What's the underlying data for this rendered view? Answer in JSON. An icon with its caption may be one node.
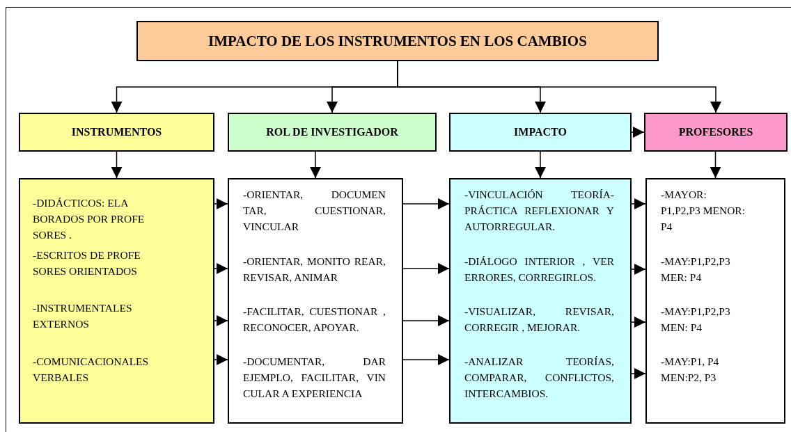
{
  "diagram": {
    "nodes": [
      {
        "text": [
          "IMPACTO DE LOS INSTRUMENTOS EN LOS CAMBIOS"
        ]
      },
      {
        "text": [
          "INSTRUMENTOS"
        ]
      },
      {
        "text": [
          "ROL DE INVESTIGADOR"
        ]
      },
      {
        "text": [
          "IMPACTO"
        ]
      },
      {
        "text": [
          "PROFESORES"
        ]
      },
      {
        "text": [
          "-DIDÁCTICOS: ELA BORADOS POR PROFE SORES .",
          "-ESCRITOS DE PROFE SORES ORIENTADOS",
          "-INSTRUMENTALES EXTERNOS",
          "-COMUNICACIONALES VERBALES"
        ]
      },
      {
        "text": [
          "-ORIENTAR, DOCUMEN TAR, CUESTIONAR, VINCULAR",
          "-ORIENTAR, MONITO REAR, REVISAR, ANIMAR",
          "-FACILITAR, CUESTIONAR , RECONOCER, APOYAR.",
          "-DOCUMENTAR, DAR EJEMPLO, FACILITAR, VIN CULAR A EXPERIENCIA"
        ]
      },
      {
        "text": [
          "-VINCULACIÓN TEORÍA-PRÁCTICA REFLEXIONAR Y AUTORREGULAR.",
          "-DIÁLOGO INTERIOR , VER ERRORES, CORREGIRLOS.",
          "-VISUALIZAR, REVISAR, CORREGIR , MEJORAR.",
          "-ANALIZAR TEORÍAS, COMPARAR, CONFLICTOS, INTERCAMBIOS."
        ]
      },
      {
        "text": [
          "-MAYOR: P1,P2,P3 MENOR: P4",
          "-MAY:P1,P2,P3 MER: P4",
          "-MAY:P1,P2,P3 MEN: P4",
          "-MAY:P1, P4 MEN:P2, P3"
        ]
      }
    ],
    "edges": [
      {
        "from": 0,
        "to": 1,
        "arrow": "to"
      },
      {
        "from": 0,
        "to": 2,
        "arrow": "to"
      },
      {
        "from": 0,
        "to": 3,
        "arrow": "to"
      },
      {
        "from": 0,
        "to": 4,
        "arrow": "to"
      },
      {
        "from": 1,
        "to": 5,
        "arrow": "to"
      },
      {
        "from": 2,
        "to": 6,
        "arrow": "to"
      },
      {
        "from": 3,
        "to": 7,
        "arrow": "to"
      },
      {
        "from": 4,
        "to": 8,
        "arrow": "to"
      },
      {
        "from": 3,
        "to": 4,
        "arrow": "to"
      },
      {
        "from": 5,
        "to": 6,
        "arrow": "to"
      },
      {
        "from": 5,
        "to": 6,
        "arrow": "to"
      },
      {
        "from": 5,
        "to": 6,
        "arrow": "to"
      },
      {
        "from": 5,
        "to": 6,
        "arrow": "to"
      },
      {
        "from": 6,
        "to": 7,
        "arrow": "to"
      },
      {
        "from": 6,
        "to": 7,
        "arrow": "to"
      },
      {
        "from": 6,
        "to": 7,
        "arrow": "to"
      },
      {
        "from": 6,
        "to": 7,
        "arrow": "to"
      },
      {
        "from": 7,
        "to": 8,
        "arrow": "to"
      },
      {
        "from": 7,
        "to": 8,
        "arrow": "to"
      },
      {
        "from": 7,
        "to": 8,
        "arrow": "to"
      },
      {
        "from": 7,
        "to": 8,
        "arrow": "to"
      }
    ]
  }
}
